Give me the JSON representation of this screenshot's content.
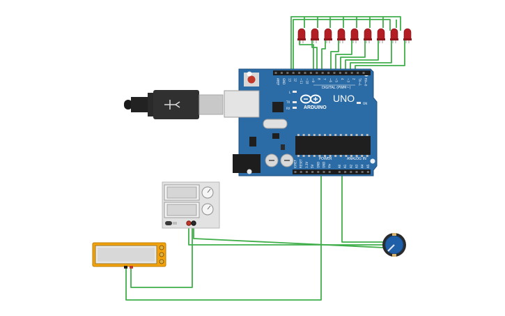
{
  "colors": {
    "wire": "#3fae49",
    "board": "#2b6ba6",
    "led": "#b21e24",
    "multimeter": "#f2a20c",
    "pot_knob": "#1f5fa8"
  },
  "arduino": {
    "brand": "ARDUINO",
    "model": "UNO",
    "digital_header_label": "DIGITAL (PWM~)",
    "power_label": "POWER",
    "analog_label": "ANALOG IN",
    "on_label": "ON",
    "l_label": "L",
    "tx_label": "TX",
    "rx_label": "RX",
    "digital_pins": [
      "AREF",
      "GND",
      "13",
      "12",
      "~11",
      "~10",
      "~9",
      "8",
      "7",
      "~6",
      "~5",
      "4",
      "~3",
      "2",
      "TX→1",
      "RX←0"
    ],
    "power_pins": [
      "IOREF",
      "RESET",
      "3.3V",
      "5V",
      "GND",
      "GND",
      "Vin"
    ],
    "analog_pins": [
      "A0",
      "A1",
      "A2",
      "A3",
      "A4",
      "A5"
    ]
  },
  "components": {
    "leds": [
      "LED1",
      "LED2",
      "LED3",
      "LED4",
      "LED5",
      "LED6",
      "LED7",
      "LED8",
      "LED9"
    ],
    "usb_cable": "usb-b-cable",
    "power_supply": "dc-power-supply",
    "multimeter": "multimeter",
    "potentiometer": "potentiometer"
  }
}
